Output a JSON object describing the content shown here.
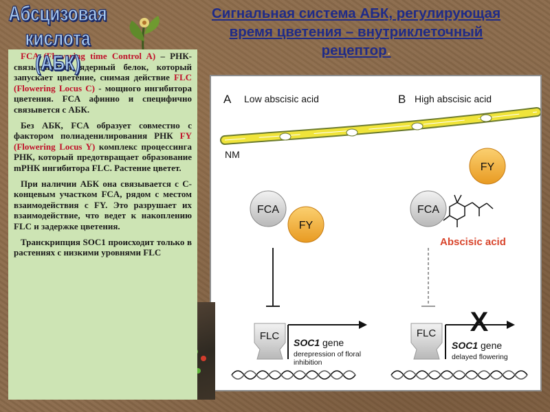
{
  "corner_title": [
    "Абсцизовая",
    "кислота (АБК)"
  ],
  "title": {
    "lines": [
      "Сигнальная система АБК, регулирующая",
      "время цветения – внутриклеточный",
      "рецептор"
    ],
    "trailing": "."
  },
  "text_panel": {
    "p1": {
      "a": "FCA (Flowering time Control A)",
      "b": " – РНК-связывающий ядерный белок, который запускает цветение, снимая действие ",
      "c": "FLC (Flowering Locus C)",
      "d": " - мощного ингибитора цветения. FCA афинно и специфично связывется с АБК."
    },
    "p2": {
      "a": "Без АБК, FCA образует совместно с фактором полиаденилирования РНК ",
      "b": "FY (Flowering Locus Y)",
      "c": " комплекс процессинга РНК, который предотвращает образование mРНК ингибитора FLC. Растение цветет."
    },
    "p3": "При наличии АБК она связывается с С-концевым участком FCA, рядом с местом взаимодействия с FY. Это разрушает их взаимодействие, что ведет к накоплению FLC и задержке цветения.",
    "p4": "Транскрипция SOC1 происходит только в растениях с низкими уровнями FLC"
  },
  "diagram": {
    "panel_a_letter": "A",
    "panel_a_label": "Low abscisic acid",
    "panel_b_letter": "B",
    "panel_b_label": "High abscisic acid",
    "membrane_label": "NM",
    "fca": "FCA",
    "fy": "FY",
    "abscisic_acid": "Abscisic acid",
    "flc": "FLC",
    "soc1": "SOC1",
    "gene": " gene",
    "a_note_1": "derepression of floral",
    "a_note_2": "inhibition",
    "b_note": "delayed flowering",
    "block_mark": "X",
    "colors": {
      "membrane_fill": "#f0e43a",
      "membrane_edge": "#6b7a2e",
      "protein_orange": "#f4b23c",
      "protein_grey": "#d9d9d9",
      "abscisic_red": "#d8452c",
      "panel_bg": "#cde4b4",
      "title_blue": "#1f2b88",
      "highlight_red": "#c0102a"
    }
  }
}
